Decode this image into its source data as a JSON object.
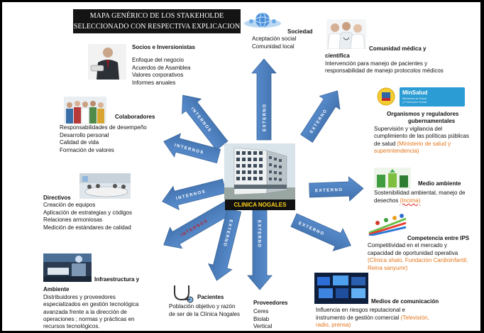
{
  "title": {
    "line1": "MAPA GENÉRICO DE LOS STAKEHOLDE",
    "line2": "SELECCIONADO CON RESPECTIVA EXPLICACION"
  },
  "hub": {
    "label": "CLINICA NOGALES"
  },
  "arrow_labels": {
    "internos_1": "INTERNOS",
    "internos_2": "INTERNOS",
    "internos_3": "INTERNOS",
    "internos_4": "INTERNOS",
    "externo_1": "EXTERNO",
    "externo_2": "EXTERNO",
    "externo_3": "EXTERNO",
    "externo_4": "EXTERNO",
    "externo_5": "EXTERNO",
    "externo_6": "EXTERNO"
  },
  "stakeholders": {
    "sociedad": {
      "heading": "Sociedad",
      "lines": [
        "Aceptación social",
        "Comunidad local"
      ]
    },
    "socios": {
      "heading": "Socios e Inversionistas",
      "lines": [
        "Enfoque del negocio",
        "Acuerdos de Asamblea",
        "Valores corporativos",
        "Informes anuales"
      ]
    },
    "comunidad_medica": {
      "heading_1": "Comunidad médica y",
      "heading_2": "científica",
      "lines": [
        "Intervención para manejo de pacientes y",
        "responsabilidad de manejo protocolos médicos"
      ]
    },
    "colaboradores": {
      "heading": "Colaboradores",
      "lines": [
        "Responsabilidades de desempeño",
        "Desarrollo personal",
        "Calidad de vida",
        "Formación de valores"
      ]
    },
    "organismos": {
      "heading_1": "Organismos y reguladores",
      "heading_2": "gubernamentales",
      "lines": [
        "Supervisión y vigilancia del",
        "cumplimiento de las políticas públicas",
        "de salud"
      ],
      "orange_1": "(Ministerio de salud y",
      "orange_2": "superintendencia)",
      "logo_name": "MinSalud",
      "logo_sub_1": "Ministerio de Salud",
      "logo_sub_2": "y Protección Social"
    },
    "medio_ambiente": {
      "heading": "Medio ambiente",
      "line_1": "Sostenibilidad ambiental, manejo de",
      "line_2": "desechos",
      "orange": "(Incima)"
    },
    "directivos": {
      "heading": "Directivos",
      "lines": [
        "Creación de equipos",
        "Aplicación de estrategias y códigos",
        "Relaciones armoniosas",
        "Medición de estándares de calidad"
      ]
    },
    "competencia": {
      "heading": "Competencia entre IPS",
      "lines": [
        "Competitividad en el mercado y",
        "capacidad de oportunidad operativa"
      ],
      "orange_1": "(Clínica shalo, Fundación Cardioinfantil,",
      "orange_2": "Reina sanyumr)"
    },
    "infraestructura": {
      "heading_1": "Infraestructura y",
      "heading_2": "Ambiente",
      "lines": [
        "Distribuidores y proveedores",
        "especializados en gestión tecnológica",
        "avanzada frente a la dirección de",
        "operaciones ; normas y prácticas en",
        "recursos tecnológicos."
      ]
    },
    "pacientes": {
      "heading": "Pacientes",
      "lines": [
        "Población objetivo y razón",
        "de ser de la Clínica Nogales"
      ]
    },
    "proveedores": {
      "heading": "Proveedores",
      "lines": [
        "Ceres",
        "Biolab",
        "Vertical"
      ]
    },
    "medios": {
      "heading": "Medios de comunicación",
      "lines": [
        "Influencia en riesgos reputacional e",
        "instrumento de gestión comercial"
      ],
      "orange_1": "(Televisión,",
      "orange_2": "radio, prensa)"
    }
  },
  "icons": [
    "globe-icon",
    "businessman-photo",
    "doctors-photo",
    "group-photo",
    "minsalud-logo",
    "recycling-photo",
    "meeting-room-photo",
    "race-figures-photo",
    "hospital-room-photo",
    "stethoscope-icon",
    "media-screens-photo",
    "building-photo"
  ],
  "colors": {
    "arrow_fill": "#4f81bd",
    "arrow_stroke": "#3a6699",
    "orange_text": "#e2761c",
    "hub_label_text": "#ffd31a",
    "title_bg": "#141414"
  }
}
